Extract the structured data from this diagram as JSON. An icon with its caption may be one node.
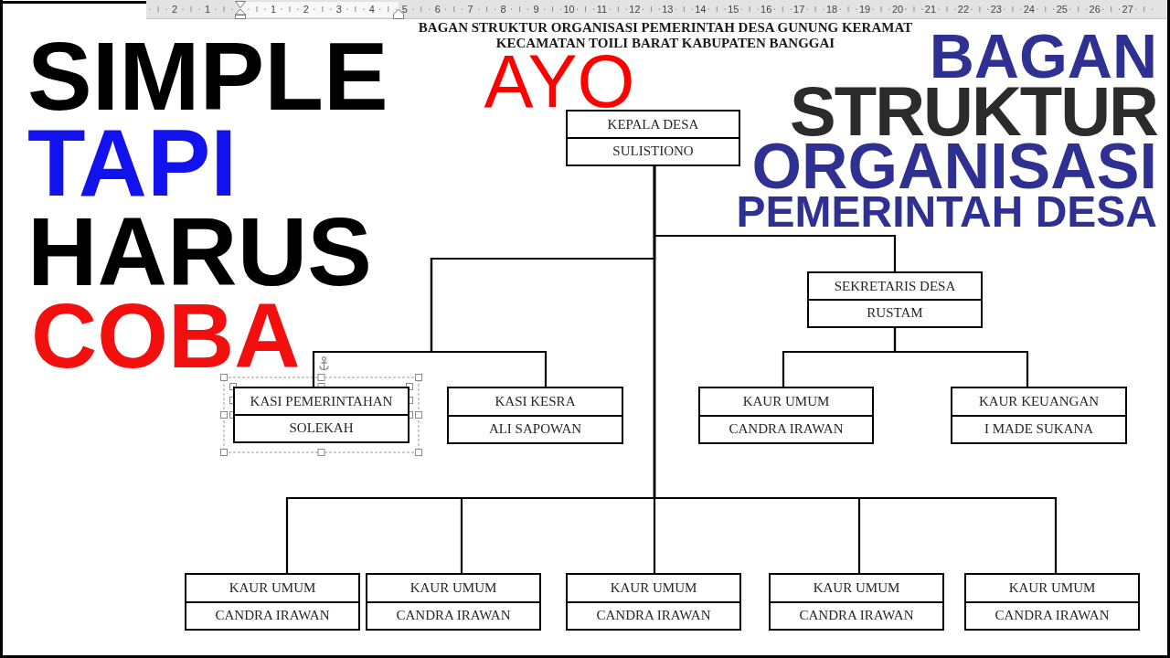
{
  "diagram": {
    "title": "BAGAN STRUKTUR ORGANISASI PEMERINTAH DESA GUNUNG KERAMAT KECAMATAN TOILI BARAT KABUPATEN BANGGAI",
    "nodes": [
      {
        "text": [
          "KEPALA DESA",
          "SULISTIONO"
        ]
      },
      {
        "text": [
          "SEKRETARIS DESA",
          "RUSTAM"
        ]
      },
      {
        "text": [
          "KASI PEMERINTAHAN",
          "SOLEKAH"
        ]
      },
      {
        "text": [
          "KASI KESRA",
          "ALI SAPOWAN"
        ]
      },
      {
        "text": [
          "KAUR UMUM",
          "CANDRA IRAWAN"
        ]
      },
      {
        "text": [
          "KAUR KEUANGAN",
          "I MADE SUKANA"
        ]
      },
      {
        "text": [
          "KAUR UMUM",
          "CANDRA IRAWAN"
        ]
      },
      {
        "text": [
          "KAUR UMUM",
          "CANDRA IRAWAN"
        ]
      },
      {
        "text": [
          "KAUR UMUM",
          "CANDRA IRAWAN"
        ]
      },
      {
        "text": [
          "KAUR UMUM",
          "CANDRA IRAWAN"
        ]
      },
      {
        "text": [
          "KAUR UMUM",
          "CANDRA IRAWAN"
        ]
      }
    ],
    "edges": [
      {
        "from": 0,
        "to": 1,
        "arrow": "none"
      },
      {
        "from": 0,
        "to": 2,
        "arrow": "none"
      },
      {
        "from": 0,
        "to": 3,
        "arrow": "none"
      },
      {
        "from": 1,
        "to": 4,
        "arrow": "none"
      },
      {
        "from": 1,
        "to": 5,
        "arrow": "none"
      },
      {
        "from": 0,
        "to": 6,
        "arrow": "none"
      },
      {
        "from": 0,
        "to": 7,
        "arrow": "none"
      },
      {
        "from": 0,
        "to": 8,
        "arrow": "none"
      },
      {
        "from": 0,
        "to": 9,
        "arrow": "none"
      },
      {
        "from": 0,
        "to": 10,
        "arrow": "none"
      }
    ],
    "labels": [
      "2",
      "1",
      "1",
      "2",
      "3",
      "4",
      "5",
      "6",
      "7",
      "8",
      "9",
      "10",
      "11",
      "12",
      "13",
      "14",
      "15",
      "16",
      "17",
      "18",
      "19",
      "20",
      "21",
      "22",
      "23",
      "24",
      "25",
      "26",
      "27",
      "SIMPLE",
      "TAPI",
      "HARUS",
      "COBA",
      "AYO",
      "BAGAN",
      "STRUKTUR",
      "ORGANISASI",
      "PEMERINTAH DESA"
    ]
  }
}
